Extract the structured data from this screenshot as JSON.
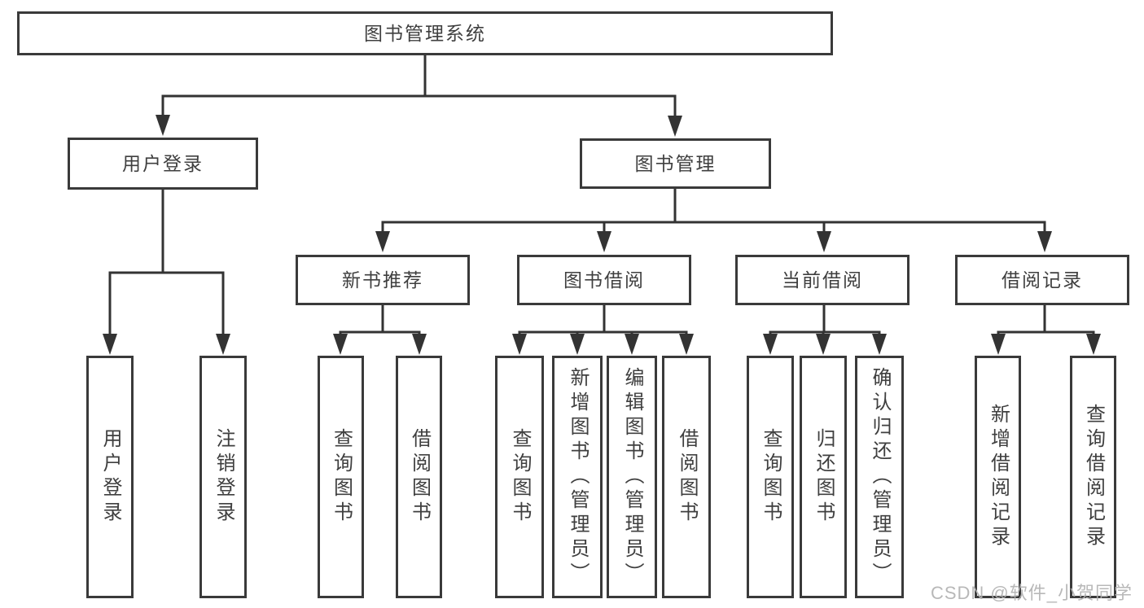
{
  "tree": {
    "label": "图书管理系统",
    "children": [
      {
        "label": "用户登录",
        "children": [
          {
            "label": "用户登录"
          },
          {
            "label": "注销登录"
          }
        ]
      },
      {
        "label": "图书管理",
        "children": [
          {
            "label": "新书推荐",
            "children": [
              {
                "label": "查询图书"
              },
              {
                "label": "借阅图书"
              }
            ]
          },
          {
            "label": "图书借阅",
            "children": [
              {
                "label": "查询图书"
              },
              {
                "label": "新增图书（管理员）"
              },
              {
                "label": "编辑图书（管理员）"
              },
              {
                "label": "借阅图书"
              }
            ]
          },
          {
            "label": "当前借阅",
            "children": [
              {
                "label": "查询图书"
              },
              {
                "label": "归还图书"
              },
              {
                "label": "确认归还（管理员）"
              }
            ]
          },
          {
            "label": "借阅记录",
            "children": [
              {
                "label": "新增借阅记录"
              },
              {
                "label": "查询借阅记录"
              }
            ]
          }
        ]
      }
    ]
  },
  "watermark": {
    "text": "CSDN @软件_小贺同学"
  },
  "colors": {
    "line": "#333333",
    "box_border": "#3a3a3a",
    "text": "#3f3f3f",
    "watermark": "#b0b0b0",
    "background": "#ffffff"
  }
}
